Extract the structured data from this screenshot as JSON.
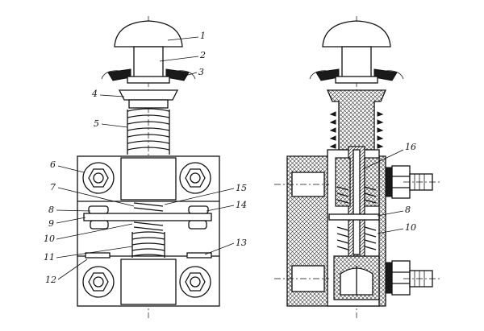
{
  "labels": {
    "left": [
      {
        "id": "1",
        "text": "1"
      },
      {
        "id": "2",
        "text": "2"
      },
      {
        "id": "3",
        "text": "3"
      },
      {
        "id": "4",
        "text": "4"
      },
      {
        "id": "5",
        "text": "5"
      },
      {
        "id": "6",
        "text": "6"
      },
      {
        "id": "7",
        "text": "7"
      },
      {
        "id": "8",
        "text": "8"
      },
      {
        "id": "9",
        "text": "9"
      },
      {
        "id": "10",
        "text": "10"
      },
      {
        "id": "11",
        "text": "11"
      },
      {
        "id": "12",
        "text": "12"
      },
      {
        "id": "13",
        "text": "13"
      },
      {
        "id": "14",
        "text": "14"
      },
      {
        "id": "15",
        "text": "15"
      }
    ],
    "right": [
      {
        "id": "16",
        "text": "16"
      },
      {
        "id": "8",
        "text": "8"
      },
      {
        "id": "10",
        "text": "10"
      }
    ]
  }
}
